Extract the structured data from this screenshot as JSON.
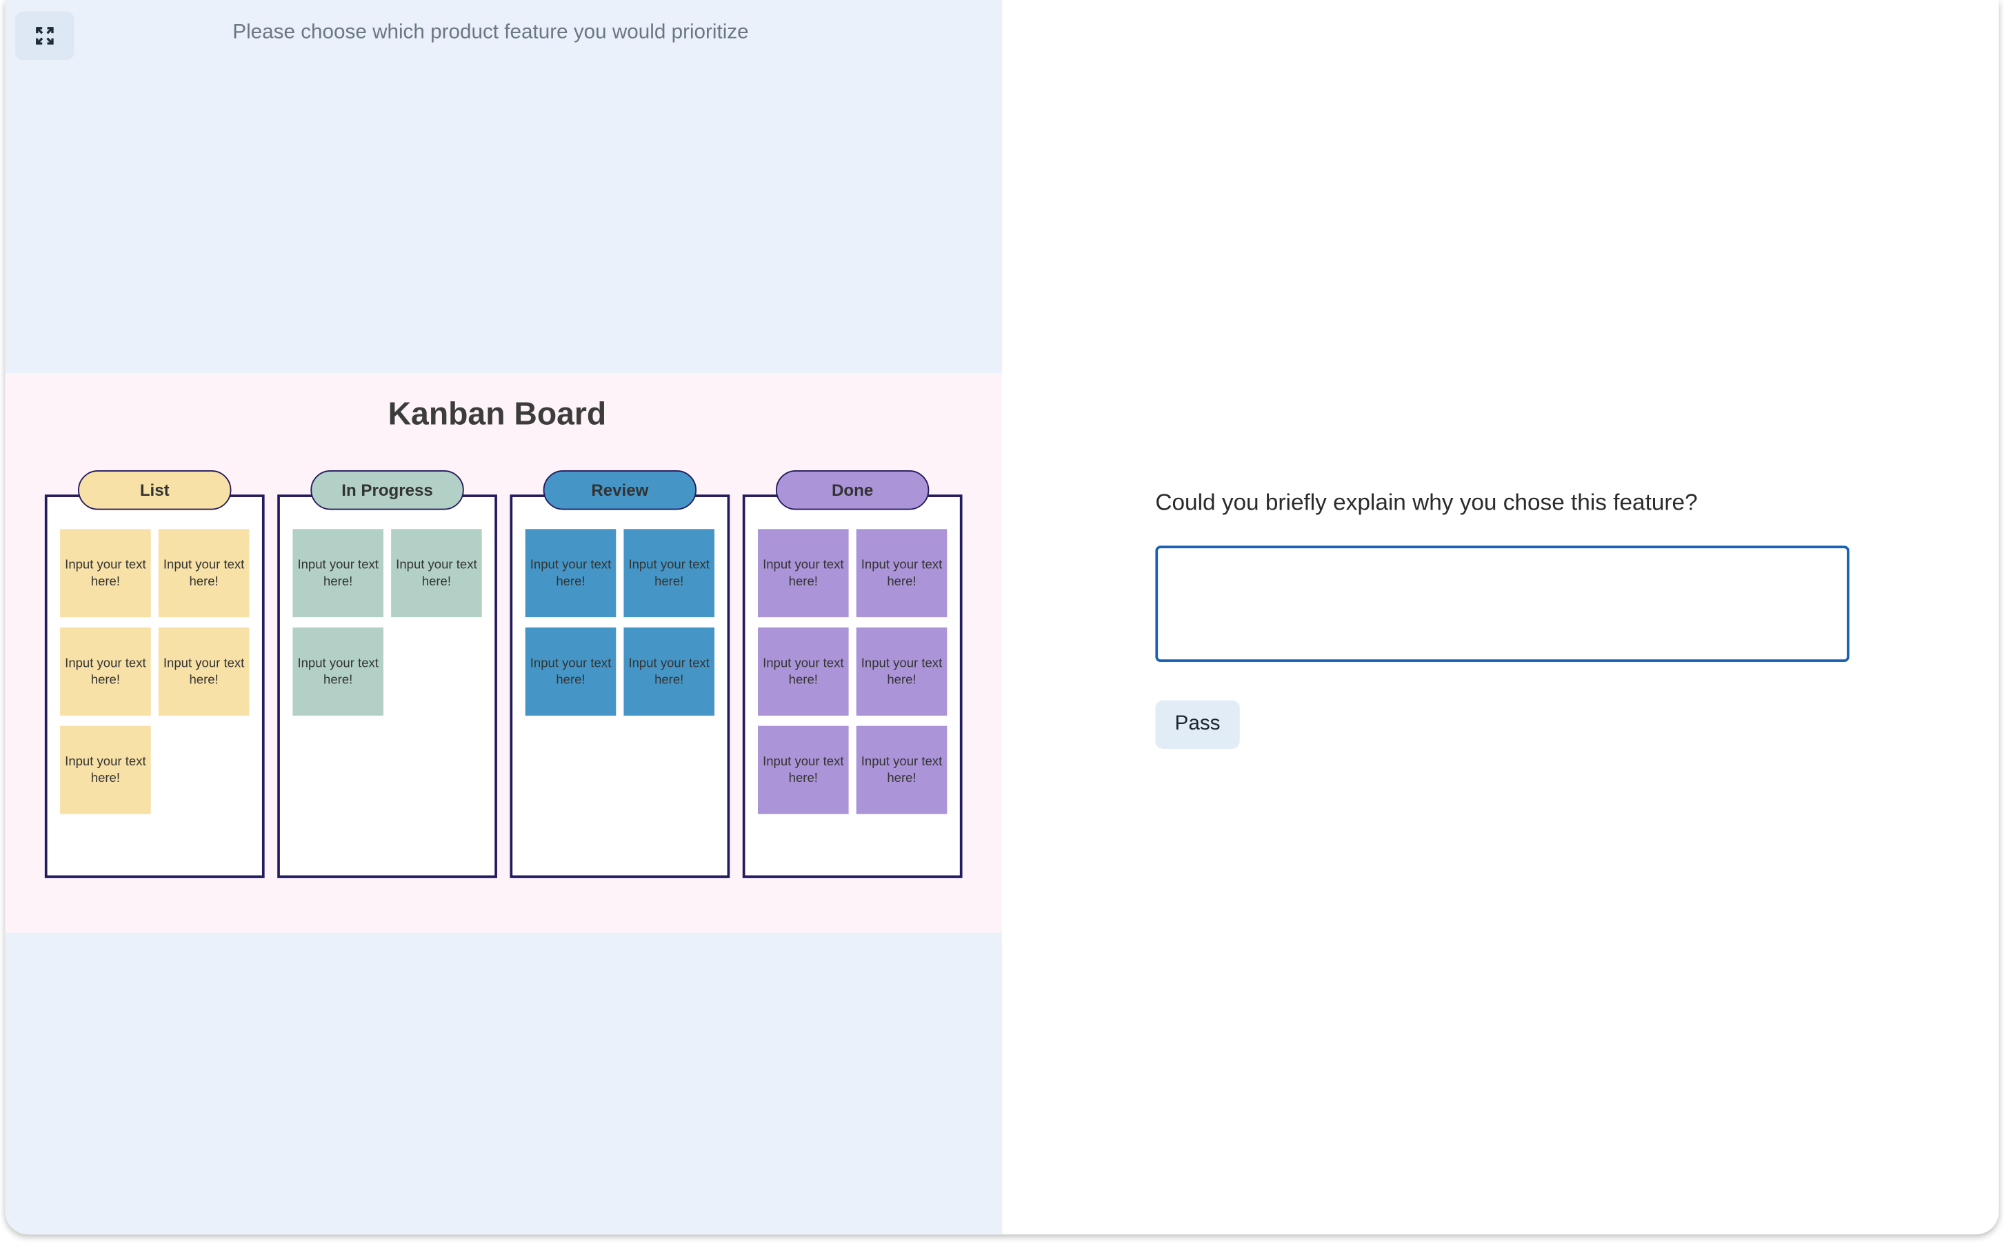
{
  "header": {
    "prompt": "Please choose which product feature you would prioritize",
    "expand_icon": "expand-arrows-icon"
  },
  "kanban": {
    "title": "Kanban Board",
    "columns": [
      {
        "label": "List",
        "color": "#f7e1a6",
        "cards": [
          "Input your text here!",
          "Input your text here!",
          "Input your text here!",
          "Input your text here!",
          "Input your text here!"
        ]
      },
      {
        "label": "In Progress",
        "color": "#b3d0c7",
        "cards": [
          "Input your text here!",
          "Input your text here!",
          "Input your text here!"
        ]
      },
      {
        "label": "Review",
        "color": "#4596c6",
        "cards": [
          "Input your text here!",
          "Input your text here!",
          "Input your text here!",
          "Input your text here!"
        ]
      },
      {
        "label": "Done",
        "color": "#ab95d8",
        "cards": [
          "Input your text here!",
          "Input your text here!",
          "Input your text here!",
          "Input your text here!",
          "Input your text here!",
          "Input your text here!"
        ]
      }
    ]
  },
  "form": {
    "question": "Could you briefly explain why you chose this feature?",
    "answer": "",
    "pass_label": "Pass",
    "accent": "#1a62b8"
  }
}
